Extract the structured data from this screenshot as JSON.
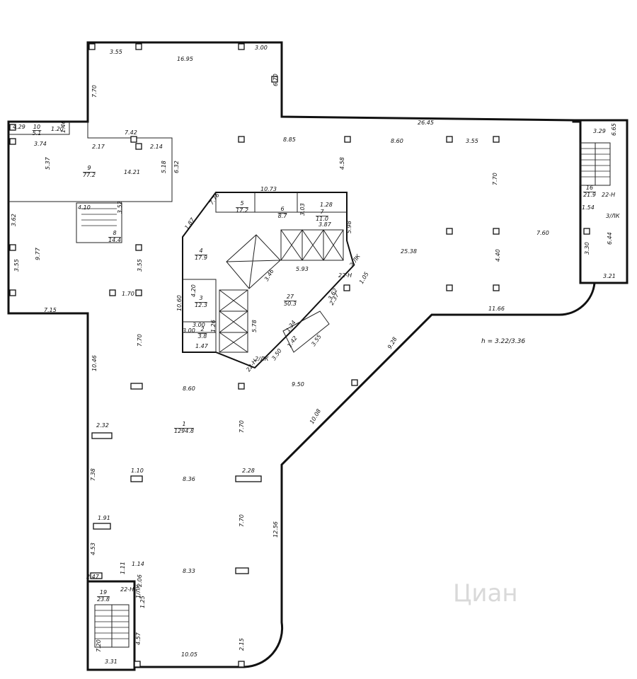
{
  "plan": {
    "height_note": "h = 3.22/3.36",
    "watermark": "Циан",
    "rooms": [
      {
        "id": "room-1",
        "number": "1",
        "area": "1294.8"
      },
      {
        "id": "room-2",
        "number": "2",
        "area": "3.8"
      },
      {
        "id": "room-3",
        "number": "3",
        "area": "12.3"
      },
      {
        "id": "room-4",
        "number": "4",
        "area": "17.9"
      },
      {
        "id": "room-5",
        "number": "5",
        "area": "17.2"
      },
      {
        "id": "room-6",
        "number": "6",
        "area": "8.7"
      },
      {
        "id": "room-7",
        "number": "7",
        "area": "11.0"
      },
      {
        "id": "room-8",
        "number": "8",
        "area": "14.4"
      },
      {
        "id": "room-9",
        "number": "9",
        "area": "77.2"
      },
      {
        "id": "room-10",
        "number": "10",
        "area": "5.1"
      },
      {
        "id": "room-16",
        "number": "16",
        "area": "21.9"
      },
      {
        "id": "room-19",
        "number": "19",
        "area": "23.8"
      },
      {
        "id": "room-27",
        "number": "27",
        "area": "50.3"
      }
    ],
    "dimensions": [
      "3.55",
      "16.95",
      "3.00",
      "6.70",
      "7.70",
      "26.45",
      "4.29",
      "1.20",
      "1.46",
      "3.74",
      "7.42",
      "2.17",
      "2.14",
      "5.37",
      "14.21",
      "5.18",
      "6.32",
      "8.85",
      "8.60",
      "3.55",
      "4.58",
      "3.29",
      "6.65",
      "7.70",
      "1.54",
      "10.73",
      "7.76",
      "1.28",
      "3.03",
      "3.87",
      "5.98",
      "1.87",
      "4.10",
      "3.52",
      "3.62",
      "9.77",
      "3.55",
      "3.55",
      "7.60",
      "25.38",
      "4.40",
      "6.44",
      "3.30",
      "3.21",
      "5.93",
      "3.46",
      "1.05",
      "1.70",
      "4.20",
      "10.60",
      "7.15",
      "3.62",
      "2.37",
      "11.66",
      "3.00",
      "3.00",
      "1.26",
      "5.78",
      "1.34",
      "1.47",
      "7.70",
      "3.55",
      "3.50",
      "1.42",
      "9.28",
      "10.46",
      "8.60",
      "9.50",
      "2.32",
      "7.70",
      "10.08",
      "7.38",
      "1.10",
      "8.36",
      "2.28",
      "1.91",
      "7.70",
      "12.56",
      "4.53",
      "1.14",
      "2.47",
      "1.11",
      "8.33",
      "2.06",
      "1.25",
      "7.20",
      "4.57",
      "3.31",
      "10.05",
      "2.15"
    ],
    "tags": [
      "22-Н",
      "3/ЛК",
      "2/ЛК",
      "22-Н",
      "22-Н",
      "2/ЛК",
      "22-Н",
      "1/ЛК"
    ]
  }
}
